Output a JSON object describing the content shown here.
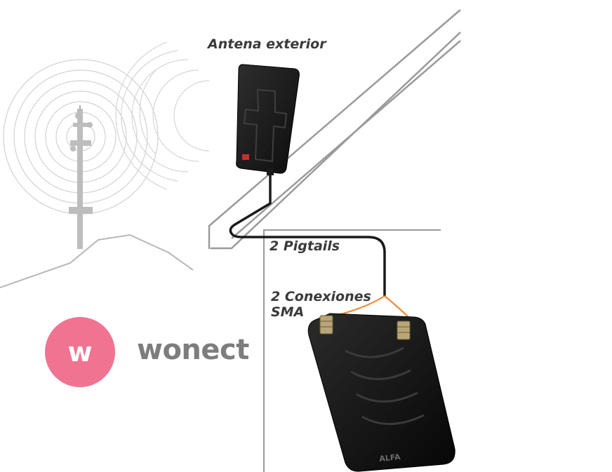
{
  "labels": {
    "antenna": "Antena exterior",
    "pigtails": "2 Pigtails",
    "sma_line1": "2 Conexiones",
    "sma_line2": "SMA"
  },
  "logo": {
    "mark": "w",
    "name": "wonect"
  },
  "device_brand": "ALFA",
  "icons": {
    "tower": "cell-tower-icon",
    "antenna": "panel-antenna-icon",
    "router": "wifi-adapter-icon"
  },
  "colors": {
    "logo_circle": "#f07491",
    "logo_text": "#7d7d7d",
    "cable": "#1a1a1a",
    "pigtail": "#f08a3c",
    "structure": "#9a9a9a"
  }
}
